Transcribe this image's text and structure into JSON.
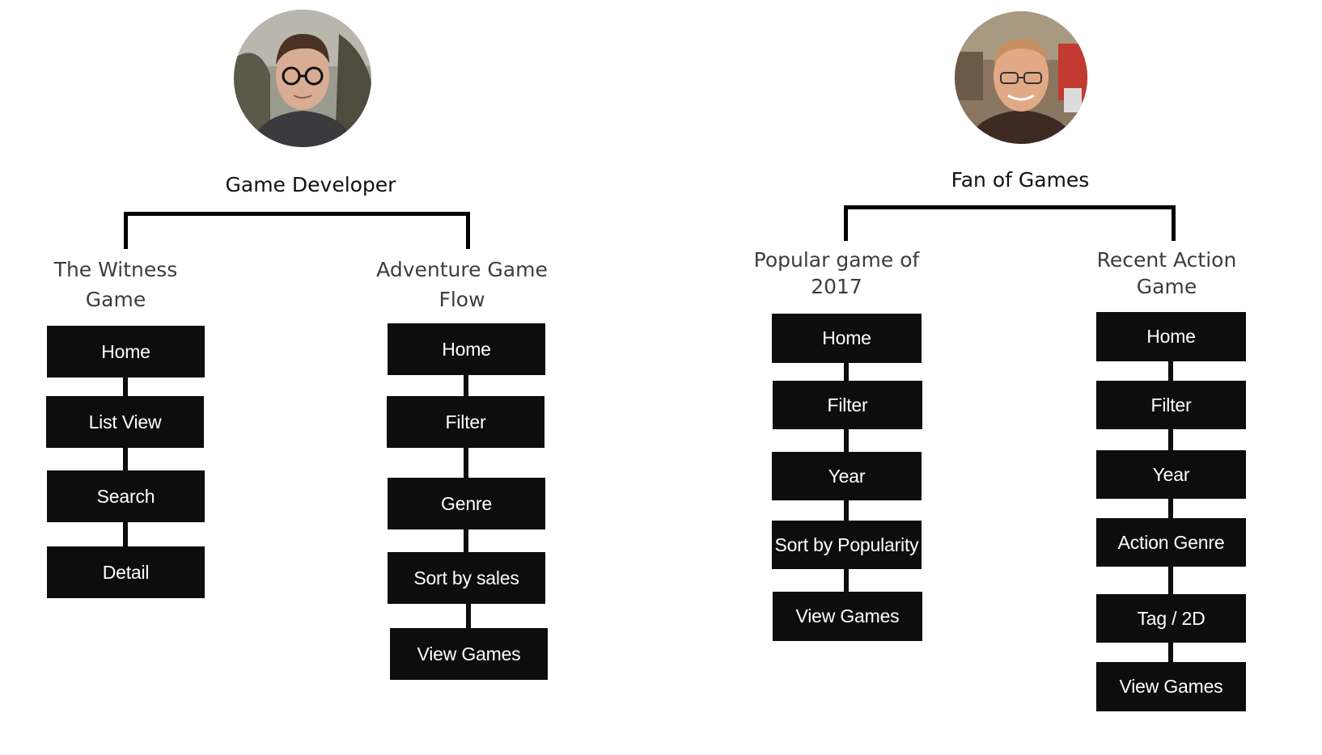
{
  "personas": [
    {
      "title": "Game Developer",
      "avatar_icon": "person-photo-icon",
      "flows": [
        {
          "title_lines": [
            "The Witness",
            "Game"
          ],
          "steps": [
            "Home",
            "List View",
            "Search",
            "Detail"
          ]
        },
        {
          "title_lines": [
            "Adventure Game",
            "Flow"
          ],
          "steps": [
            "Home",
            "Filter",
            "Genre",
            "Sort by sales",
            "View Games"
          ]
        }
      ]
    },
    {
      "title": "Fan of Games",
      "avatar_icon": "person-photo-icon",
      "flows": [
        {
          "title_lines": [
            "Popular game of",
            "2017"
          ],
          "steps": [
            "Home",
            "Filter",
            "Year",
            "Sort by Popularity",
            "View Games"
          ]
        },
        {
          "title_lines": [
            "Recent Action",
            "Game"
          ],
          "steps": [
            "Home",
            "Filter",
            "Year",
            "Action Genre",
            "Tag / 2D",
            "View Games"
          ]
        }
      ]
    }
  ],
  "colors": {
    "box_fill": "#0d0d0d",
    "box_text": "#ffffff",
    "line": "#000000",
    "flow_title": "#3d3d3d"
  }
}
